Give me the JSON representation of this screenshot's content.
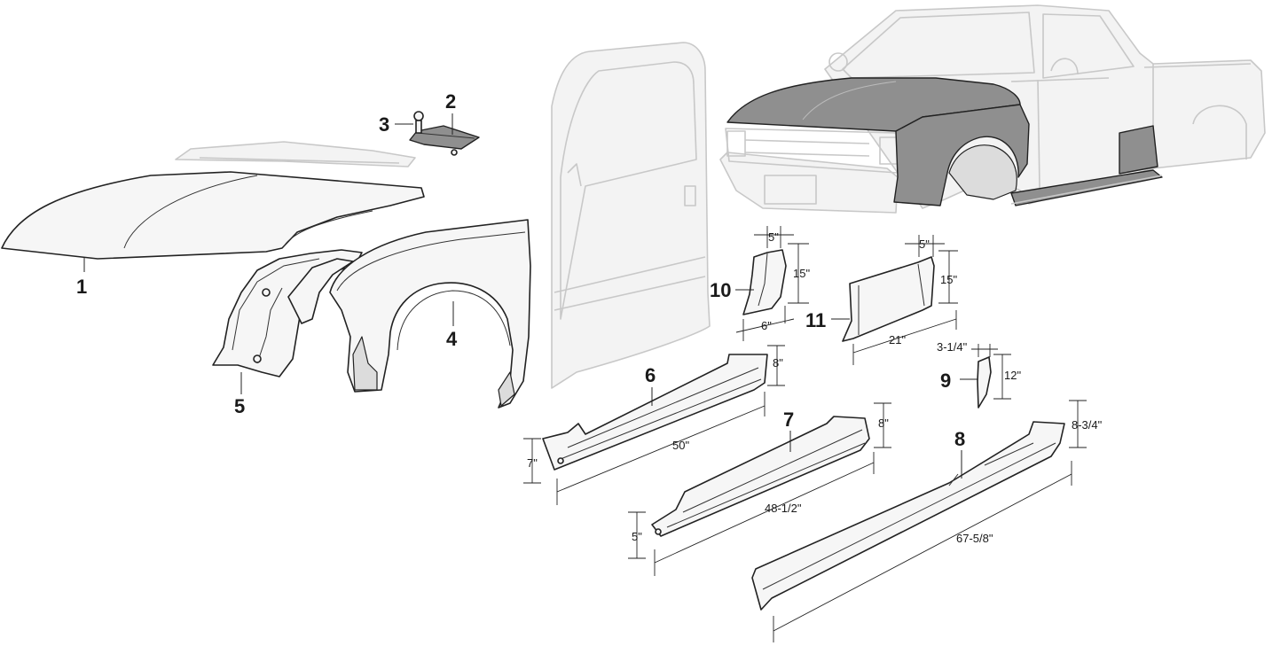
{
  "callouts": {
    "hood": "1",
    "hood_bracket": "2",
    "bolt": "3",
    "fender": "4",
    "inner_fender": "5",
    "rocker_50": "6",
    "rocker_48": "7",
    "rocker_67": "8",
    "cab_corner_small": "9",
    "cab_corner_10": "10",
    "cab_corner_11": "11"
  },
  "dimensions": {
    "p10_top": "5\"",
    "p10_height": "15\"",
    "p10_bottom": "6\"",
    "p11_top": "5\"",
    "p11_height": "15\"",
    "p11_length": "21\"",
    "p9_top": "3-1/4\"",
    "p9_height": "12\"",
    "p6_height_right": "8\"",
    "p6_height_left": "7\"",
    "p6_length": "50\"",
    "p7_height_right": "8\"",
    "p7_height_left": "5\"",
    "p7_length": "48-1/2\"",
    "p8_height": "8-3/4\"",
    "p8_length": "67-5/8\""
  },
  "colors": {
    "line": "#222222",
    "ghost_outline": "#c8c8c8",
    "highlighted_panel": "#8f8f8f"
  }
}
